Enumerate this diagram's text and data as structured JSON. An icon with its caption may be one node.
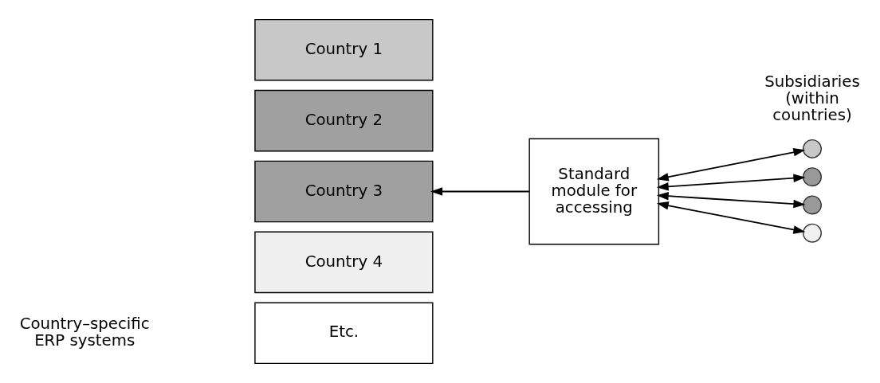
{
  "diagram": {
    "nodes": [
      {
        "text": [
          "Country 1"
        ]
      },
      {
        "text": [
          "Country 2"
        ]
      },
      {
        "text": [
          "Country 3"
        ]
      },
      {
        "text": [
          "Country 4"
        ]
      },
      {
        "text": [
          "Etc."
        ]
      },
      {
        "text": [
          "Standard module for accessing"
        ]
      },
      {
        "text": [],
        "shape": "circle"
      },
      {
        "text": [],
        "shape": "circle"
      },
      {
        "text": [],
        "shape": "circle"
      },
      {
        "text": [],
        "shape": "circle"
      }
    ],
    "edges": [
      {
        "from": 5,
        "to": 2,
        "arrow": "to"
      },
      {
        "from": 5,
        "to": 6,
        "arrow": "both"
      },
      {
        "from": 5,
        "to": 7,
        "arrow": "both"
      },
      {
        "from": 5,
        "to": 8,
        "arrow": "both"
      },
      {
        "from": 5,
        "to": 9,
        "arrow": "both"
      }
    ],
    "labels": [
      "Country–specific ERP systems",
      "Subsidiaries (within countries)"
    ]
  }
}
